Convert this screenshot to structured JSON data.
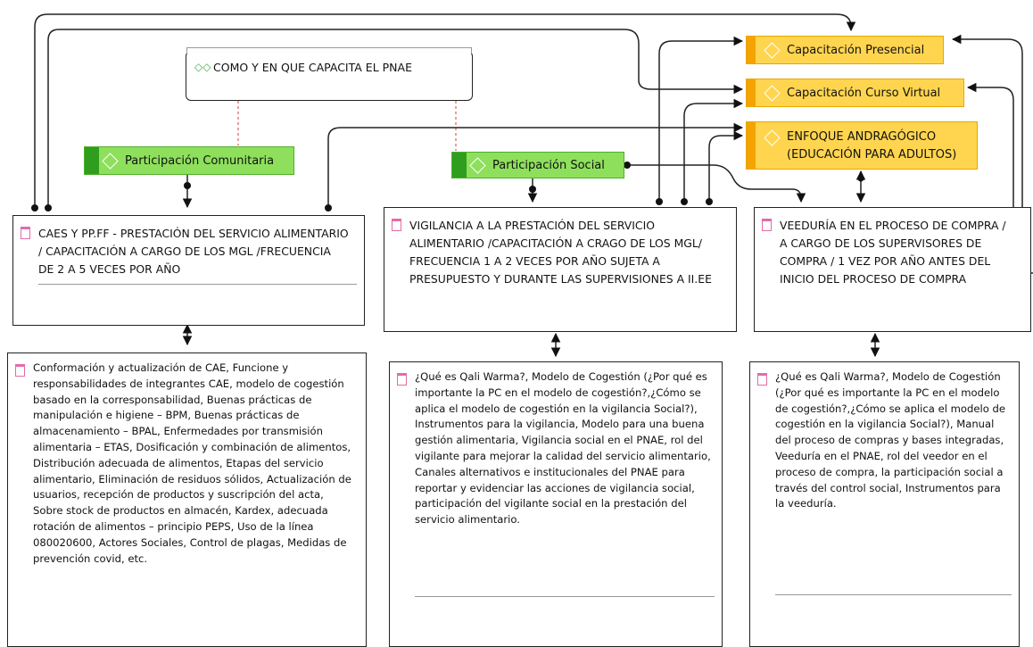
{
  "root": {
    "title": "COMO Y EN QUE CAPACITA EL PNAE"
  },
  "tags": {
    "presencial": "Capacitación Presencial",
    "virtual": "Capacitación Curso Virtual",
    "enfoque_line1": "ENFOQUE ANDRAGÓGICO",
    "enfoque_line2": "(EDUCACIÓN PARA ADULTOS)",
    "comunitaria": "Participación Comunitaria",
    "social": "Participación Social"
  },
  "topics": {
    "left": "CAES Y PP.FF - PRESTACIÓN DEL SERVICIO ALIMENTARIO / CAPACITACIÓN  A CARGO DE LOS MGL /FRECUENCIA DE 2 A 5 VECES POR AÑO",
    "center": "VIGILANCIA A LA PRESTACIÓN DEL SERVICIO ALIMENTARIO /CAPACITACIÓN A CRAGO DE LOS MGL/ FRECUENCIA 1 A 2 VECES POR AÑO SUJETA A PRESUPUESTO Y DURANTE LAS SUPERVISIONES A II.EE",
    "right": "VEEDURÍA EN EL PROCESO DE COMPRA / A CARGO DE LOS SUPERVISORES DE COMPRA / 1 VEZ POR AÑO ANTES DEL INICIO DEL PROCESO DE COMPRA"
  },
  "details": {
    "left": "Conformación y actualización de CAE, Funcione y responsabilidades de integrantes CAE, modelo de cogestión basado en la corresponsabilidad, Buenas prácticas de manipulación e higiene – BPM, Buenas prácticas de almacenamiento – BPAL, Enfermedades por transmisión alimentaria – ETAS, Dosificación y combinación de alimentos, Distribución adecuada de alimentos, Etapas del servicio alimentario, Eliminación de residuos sólidos, Actualización de usuarios, recepción de productos y suscripción del acta, Sobre stock de productos en almacén, Kardex, adecuada rotación de alimentos – principio PEPS, Uso de la línea 080020600, Actores Sociales, Control de plagas, Medidas de prevención covid, etc.",
    "center": "¿Qué es Qali Warma?, Modelo de Cogestión (¿Por qué es importante la PC en el modelo de cogestión?,¿Cómo se aplica el modelo de cogestión en la vigilancia Social?), Instrumentos para la vigilancia, Modelo para una buena gestión alimentaria, Vigilancia social en el PNAE, rol del vigilante para mejorar la calidad del servicio alimentario, Canales alternativos e institucionales del PNAE para reportar y evidenciar las acciones de vigilancia social, participación del vigilante social en la prestación del servicio alimentario.",
    "right": "¿Qué es Qali Warma?, Modelo de Cogestión (¿Por qué es importante la PC en el modelo de cogestión?,¿Cómo se aplica el modelo de cogestión en la vigilancia Social?), Manual del proceso de compras y bases integradas, Veeduría en el PNAE, rol del veedor en el proceso de compra, la participación social a través del control social, Instrumentos para la veeduría."
  }
}
